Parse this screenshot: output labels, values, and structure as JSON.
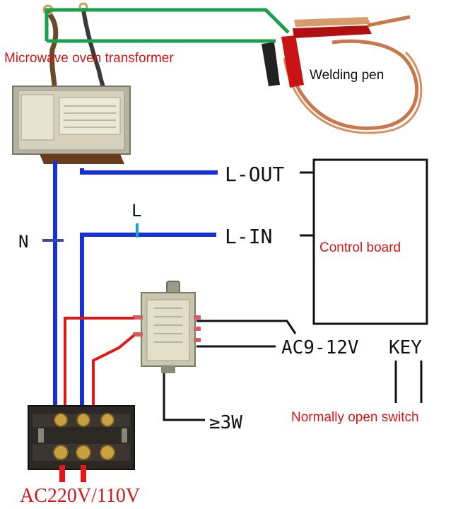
{
  "labels": {
    "transformer": "Microwave oven transformer",
    "pen": "Welding pen",
    "l_out": "L-OUT",
    "l": "L",
    "l_in": "L-IN",
    "n": "N",
    "control_board": "Control board",
    "ac_low": "AC9-12V",
    "key": "KEY",
    "power": "≥3W",
    "switch": "Normally open switch",
    "mains": "AC220V/110V"
  },
  "colors": {
    "blue_wire": "#1530e0",
    "green_wire": "#1aa04a",
    "red_wire": "#e01818",
    "black_wire": "#111111",
    "label_red": "#d01818"
  },
  "icons": {
    "transformer": "microwave-transformer-icon",
    "pen": "welding-pen-icon",
    "small_transformer": "small-transformer-icon",
    "terminal": "terminal-block-icon"
  }
}
